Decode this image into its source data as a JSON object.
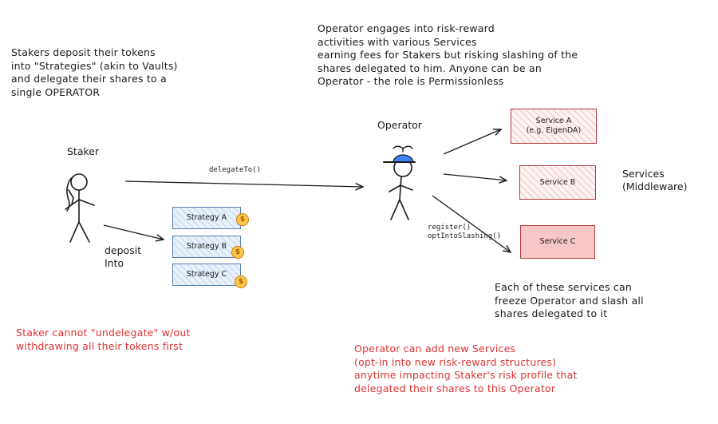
{
  "notes": {
    "stakers": "Stakers deposit their tokens\ninto \"Strategies\" (akin to Vaults)\nand delegate their shares to a\nsingle OPERATOR",
    "operator": "Operator engages into risk-reward\nactivities with various Services\nearning fees for Stakers but risking slashing of the\nshares delegated to him. Anyone can be an\nOperator - the role is Permissionless",
    "services_can": "Each of these services can\nfreeze Operator and slash all\nshares delegated to it",
    "staker_warning": "Staker cannot \"undelegate\" w/out\nwithdrawing all their tokens first",
    "operator_warning": "Operator can add new Services\n(opt-in into new risk-reward structures)\nanytime impacting Staker's risk profile that\ndelegated their shares to this Operator"
  },
  "actors": {
    "staker": "Staker",
    "operator": "Operator"
  },
  "edges": {
    "delegate": "delegateTo()",
    "deposit": "deposit\nInto",
    "register": "register()\noptIntoSlashing()"
  },
  "strategies": [
    {
      "label": "Strategy A",
      "coin": "$"
    },
    {
      "label": "Strategy B",
      "coin": "$"
    },
    {
      "label": "Strategy C",
      "coin": "$"
    }
  ],
  "services": [
    {
      "label": "Service A",
      "sub": "(e.g. EigenDA)"
    },
    {
      "label": "Service B",
      "sub": ""
    },
    {
      "label": "Service C",
      "sub": ""
    }
  ],
  "services_group": "Services\n(Middleware)",
  "colors": {
    "warning_text": "#e03131",
    "strategy_border": "#5a7fb0",
    "service_border": "#b23a3a",
    "service_c_fill": "#f7c6c6",
    "coin": "#f6c94b",
    "operator_cap": "#3b82f6"
  }
}
